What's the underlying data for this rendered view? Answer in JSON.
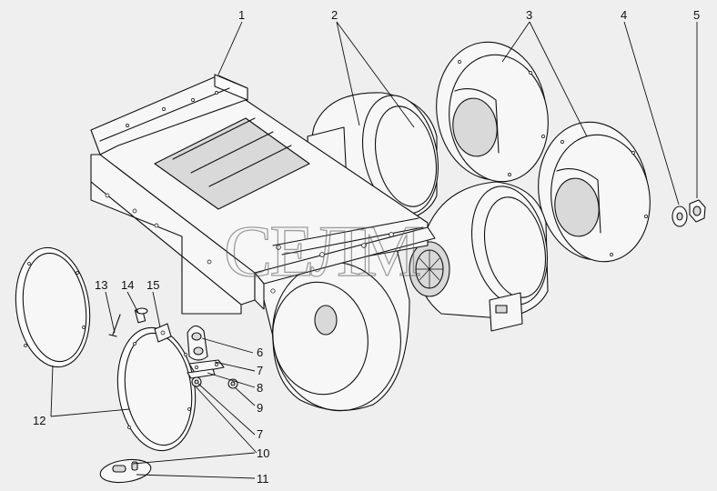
{
  "watermark": "СЕЛМ",
  "callouts": {
    "c1": "1",
    "c2": "2",
    "c3": "3",
    "c4": "4",
    "c5": "5",
    "c6": "6",
    "c7a": "7",
    "c7b": "7",
    "c8": "8",
    "c9": "9",
    "c10": "10",
    "c11": "11",
    "c12": "12",
    "c13": "13",
    "c14": "14",
    "c15": "15"
  }
}
